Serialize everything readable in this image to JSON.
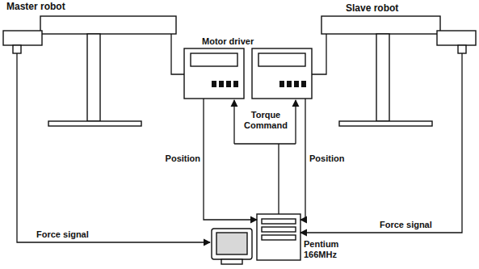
{
  "diagram": {
    "nodes": [
      {
        "text": [
          "Master robot"
        ]
      },
      {
        "text": [
          "Slave robot"
        ]
      },
      {
        "text": [
          "Pentium 166MHz"
        ]
      }
    ],
    "edges": [
      {
        "from": 0,
        "to": 2,
        "label": "Force signal",
        "arrow": "to"
      },
      {
        "from": 1,
        "to": 2,
        "label": "Force signal",
        "arrow": "to"
      }
    ],
    "labels": [
      "Motor driver",
      "Position",
      "Torque Command",
      "Position"
    ]
  }
}
